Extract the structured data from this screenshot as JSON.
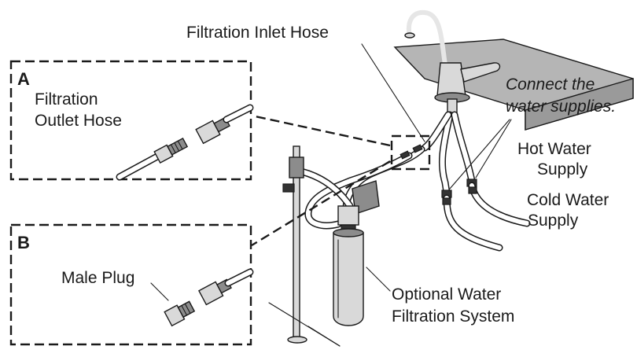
{
  "labels": {
    "inlet_hose": "Filtration Inlet Hose",
    "connect_line1": "Connect the",
    "connect_line2": "water supplies.",
    "hot_line1": "Hot Water",
    "hot_line2": "Supply",
    "cold_line1": "Cold Water",
    "cold_line2": "Supply",
    "system_line1": "Optional Water",
    "system_line2": "Filtration System"
  },
  "detail_a": {
    "letter": "A",
    "caption_line1": "Filtration",
    "caption_line2": "Outlet Hose"
  },
  "detail_b": {
    "letter": "B",
    "caption": "Male Plug"
  }
}
